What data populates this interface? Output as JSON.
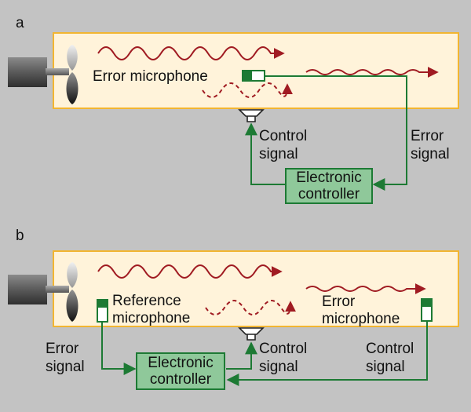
{
  "panels": {
    "a": {
      "letter": "a",
      "error_microphone_label": "Error microphone",
      "control_signal_label": [
        "Control",
        "signal"
      ],
      "error_signal_label": [
        "Error",
        "signal"
      ],
      "controller_label": [
        "Electronic",
        "controller"
      ]
    },
    "b": {
      "letter": "b",
      "reference_microphone_label": [
        "Reference",
        "microphone"
      ],
      "error_microphone_label": [
        "Error",
        "microphone"
      ],
      "error_signal_label": [
        "Error",
        "signal"
      ],
      "control_signal_mid_label": [
        "Control",
        "signal"
      ],
      "control_signal_right_label": [
        "Control",
        "signal"
      ],
      "controller_label": [
        "Electronic",
        "controller"
      ]
    }
  },
  "colors": {
    "background": "#c3c3c3",
    "duct_fill": "#fff3da",
    "duct_border": "#f2b531",
    "wave": "#a01b22",
    "signal_line": "#1d7a34",
    "controller_fill": "#8fc89a",
    "controller_border": "#1d7a34"
  }
}
